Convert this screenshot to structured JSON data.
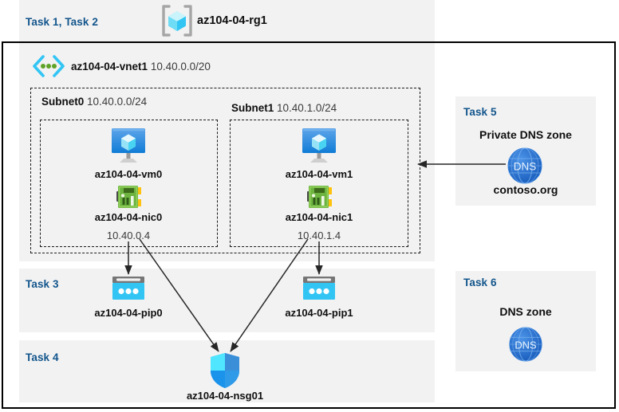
{
  "diagram": {
    "title_region": {
      "task_label": "Task 1, Task 2",
      "resource_group_name": "az104-04-rg1",
      "resource_group_icon": "resource-group-icon"
    },
    "vnet": {
      "name": "az104-04-vnet1",
      "cidr": "10.40.0.0/20",
      "icon": "virtual-network-icon"
    },
    "subnets": [
      {
        "name": "Subnet0",
        "cidr": "10.40.0.0/24",
        "vm": {
          "name": "az104-04-vm0",
          "icon": "virtual-machine-icon"
        },
        "nic": {
          "name": "az104-04-nic0",
          "ip": "10.40.0.4",
          "icon": "network-interface-icon"
        }
      },
      {
        "name": "Subnet1",
        "cidr": "10.40.1.0/24",
        "vm": {
          "name": "az104-04-vm1",
          "icon": "virtual-machine-icon"
        },
        "nic": {
          "name": "az104-04-nic1",
          "ip": "10.40.1.4",
          "icon": "network-interface-icon"
        }
      }
    ],
    "task3": {
      "task_label": "Task 3",
      "pips": [
        {
          "name": "az104-04-pip0",
          "icon": "public-ip-address-icon"
        },
        {
          "name": "az104-04-pip1",
          "icon": "public-ip-address-icon"
        }
      ]
    },
    "task4": {
      "task_label": "Task 4",
      "nsg": {
        "name": "az104-04-nsg01",
        "icon": "network-security-group-shield-icon"
      }
    },
    "task5": {
      "task_label": "Task 5",
      "heading": "Private DNS zone",
      "zone_name": "contoso.org",
      "icon": "dns-zone-globe-icon",
      "icon_text": "DNS"
    },
    "task6": {
      "task_label": "Task 6",
      "heading": "DNS zone",
      "icon": "dns-zone-globe-icon",
      "icon_text": "DNS"
    },
    "colors": {
      "task_label": "#12558c",
      "panel_background": "#f2f2f2",
      "page_background": "#ffffff",
      "border": "#000000",
      "dashed_border": "#1b1b1b",
      "vm_icon_blue": "#2a8ae0",
      "nic_icon_green": "#6cb33f",
      "nic_icon_yellow": "#ffc20e",
      "pip_icon_cyan": "#32c5f4",
      "nsg_shield_blue": "#1b93eb",
      "dns_globe_blue": "#1f6fd0",
      "vnet_icon_cyan": "#32c5f4",
      "vnet_icon_green": "#5ea226",
      "rg_icon_gray": "#a6a6a6",
      "rg_icon_cyan": "#59e2f7",
      "arrow": "#262626"
    }
  }
}
